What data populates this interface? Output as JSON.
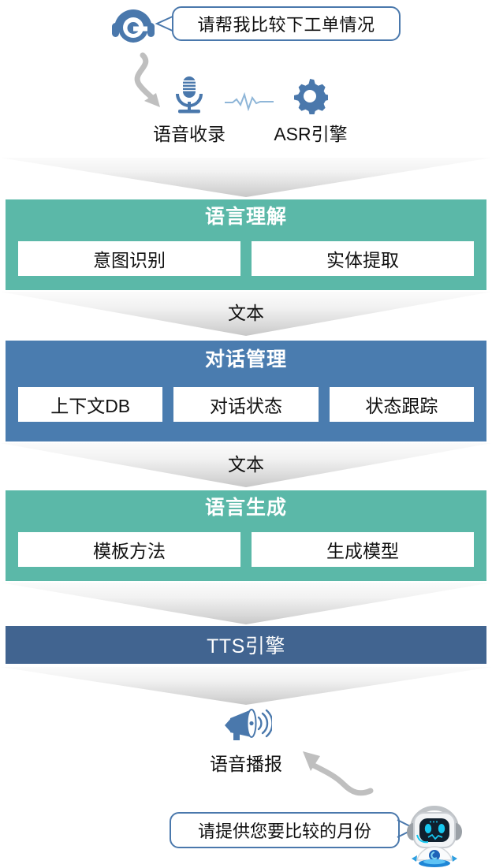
{
  "diagram": {
    "title_flow": "voice-assistant-pipeline",
    "colors": {
      "green_stage": "#5BB8A8",
      "blue_stage": "#4A7CAF",
      "tts_bar": "#416490",
      "icon_blue": "#4A78AC",
      "bubble_border": "#4A78AC",
      "arrow_gray": "#BFBFBF",
      "chevron_gray": "#C7C7C7"
    },
    "user_bubble": {
      "text": "请帮我比较下工单情况",
      "icon": "headset-agent-icon"
    },
    "capture": {
      "mic_icon": "microphone-icon",
      "wave_icon": "audio-waveform-icon",
      "gear_icon": "gear-icon",
      "labels": [
        "语音收录",
        "ASR引擎"
      ]
    },
    "stages": [
      {
        "id": "nlu",
        "title": "语言理解",
        "color": "green",
        "subboxes": [
          "意图识别",
          "实体提取"
        ]
      },
      {
        "id": "dm",
        "title": "对话管理",
        "color": "blue",
        "subboxes": [
          "上下文DB",
          "对话状态",
          "状态跟踪"
        ]
      },
      {
        "id": "nlg",
        "title": "语言生成",
        "color": "green",
        "subboxes": [
          "模板方法",
          "生成模型"
        ]
      }
    ],
    "connectors": [
      {
        "id": "c1",
        "label": ""
      },
      {
        "id": "c2",
        "label": "文本"
      },
      {
        "id": "c3",
        "label": "文本"
      },
      {
        "id": "c4",
        "label": ""
      },
      {
        "id": "c5",
        "label": ""
      }
    ],
    "tts": {
      "label": "TTS引擎"
    },
    "playback": {
      "icon": "megaphone-icon",
      "label": "语音播报"
    },
    "reply_bubble": {
      "text": "请提供您要比较的月份",
      "icon": "robot-icon"
    }
  }
}
